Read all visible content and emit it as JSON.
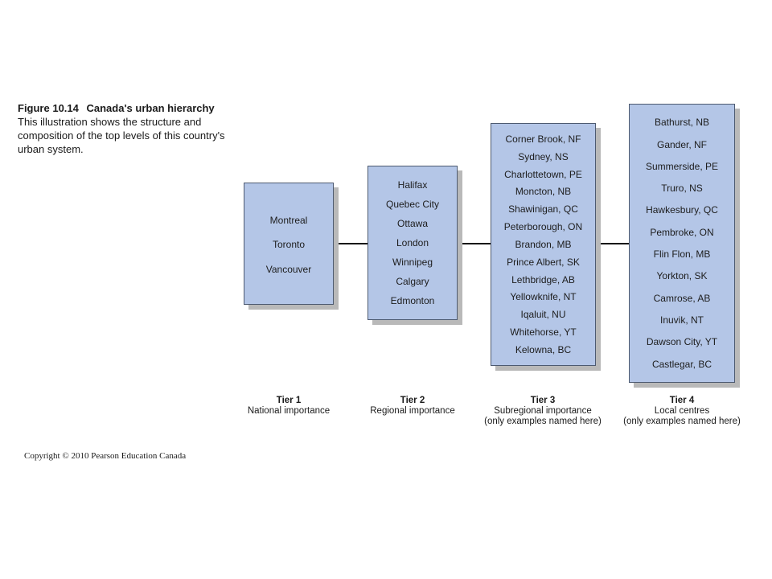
{
  "caption": {
    "figure_label": "Figure 10.14",
    "title": "Canada's urban hierarchy",
    "text": "This illustration shows the structure and composition of the top levels of this country's urban system."
  },
  "tiers": [
    {
      "name": "Tier 1",
      "description": "National importance",
      "note": "",
      "cities": [
        "Montreal",
        "Toronto",
        "Vancouver"
      ]
    },
    {
      "name": "Tier 2",
      "description": "Regional importance",
      "note": "",
      "cities": [
        "Halifax",
        "Quebec City",
        "Ottawa",
        "London",
        "Winnipeg",
        "Calgary",
        "Edmonton"
      ]
    },
    {
      "name": "Tier 3",
      "description": "Subregional importance",
      "note": "(only examples named here)",
      "cities": [
        "Corner Brook, NF",
        "Sydney, NS",
        "Charlottetown, PE",
        "Moncton, NB",
        "Shawinigan, QC",
        "Peterborough, ON",
        "Brandon, MB",
        "Prince Albert, SK",
        "Lethbridge, AB",
        "Yellowknife, NT",
        "Iqaluit, NU",
        "Whitehorse, YT",
        "Kelowna, BC"
      ]
    },
    {
      "name": "Tier 4",
      "description": "Local centres",
      "note": "(only examples named here)",
      "cities": [
        "Bathurst, NB",
        "Gander, NF",
        "Summerside, PE",
        "Truro, NS",
        "Hawkesbury, QC",
        "Pembroke, ON",
        "Flin Flon, MB",
        "Yorkton, SK",
        "Camrose, AB",
        "Inuvik, NT",
        "Dawson City, YT",
        "Castlegar, BC"
      ]
    }
  ],
  "copyright": "Copyright © 2010 Pearson Education Canada",
  "colors": {
    "box_fill": "#b4c6e7",
    "box_border": "#4d5a70",
    "box_shadow": "#b9b9b9",
    "connector": "#111111"
  }
}
